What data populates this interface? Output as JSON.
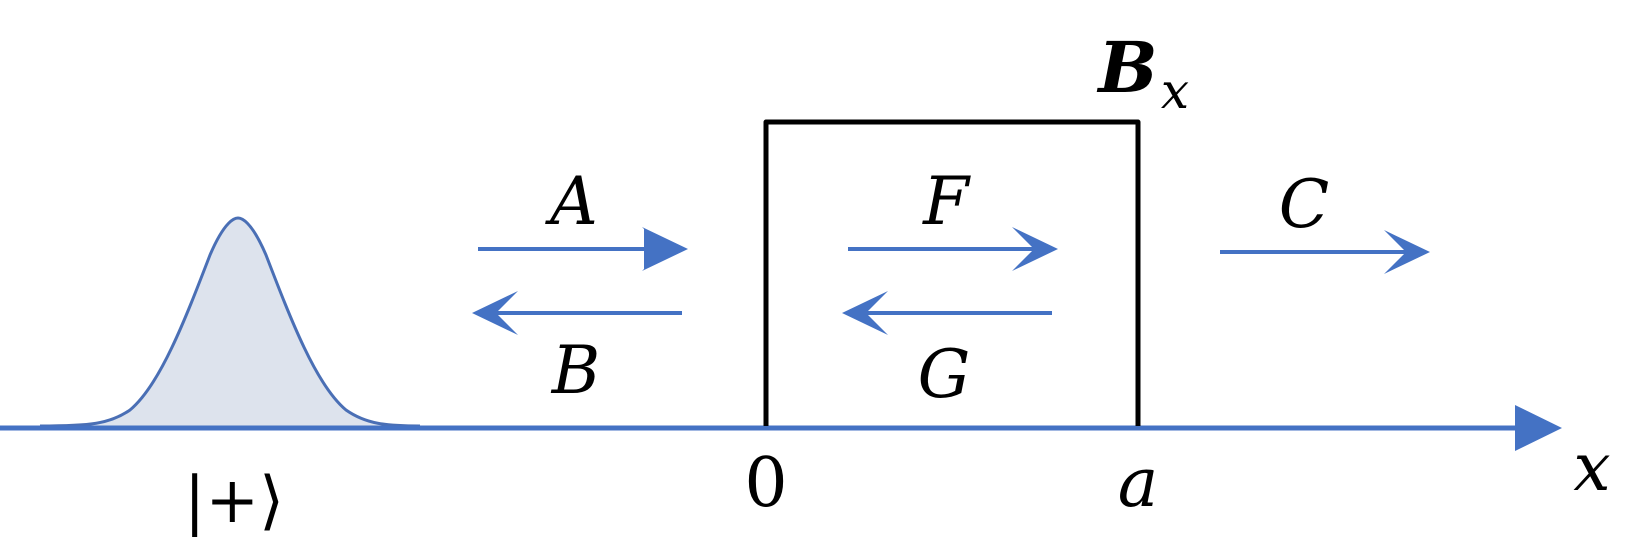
{
  "diagram": {
    "state_label": "|+⟩",
    "field_label": {
      "main": "B",
      "sub": "x"
    },
    "amplitudes": {
      "incident": "A",
      "reflected": "B",
      "inside_forward": "F",
      "inside_backward": "G",
      "transmitted": "C"
    },
    "axis": {
      "origin": "0",
      "end": "a",
      "name": "x"
    },
    "colors": {
      "arrow": "#4472C4",
      "packet_fill": "#DDE3ED",
      "packet_stroke": "#4A6FB5",
      "barrier": "#000000"
    }
  }
}
